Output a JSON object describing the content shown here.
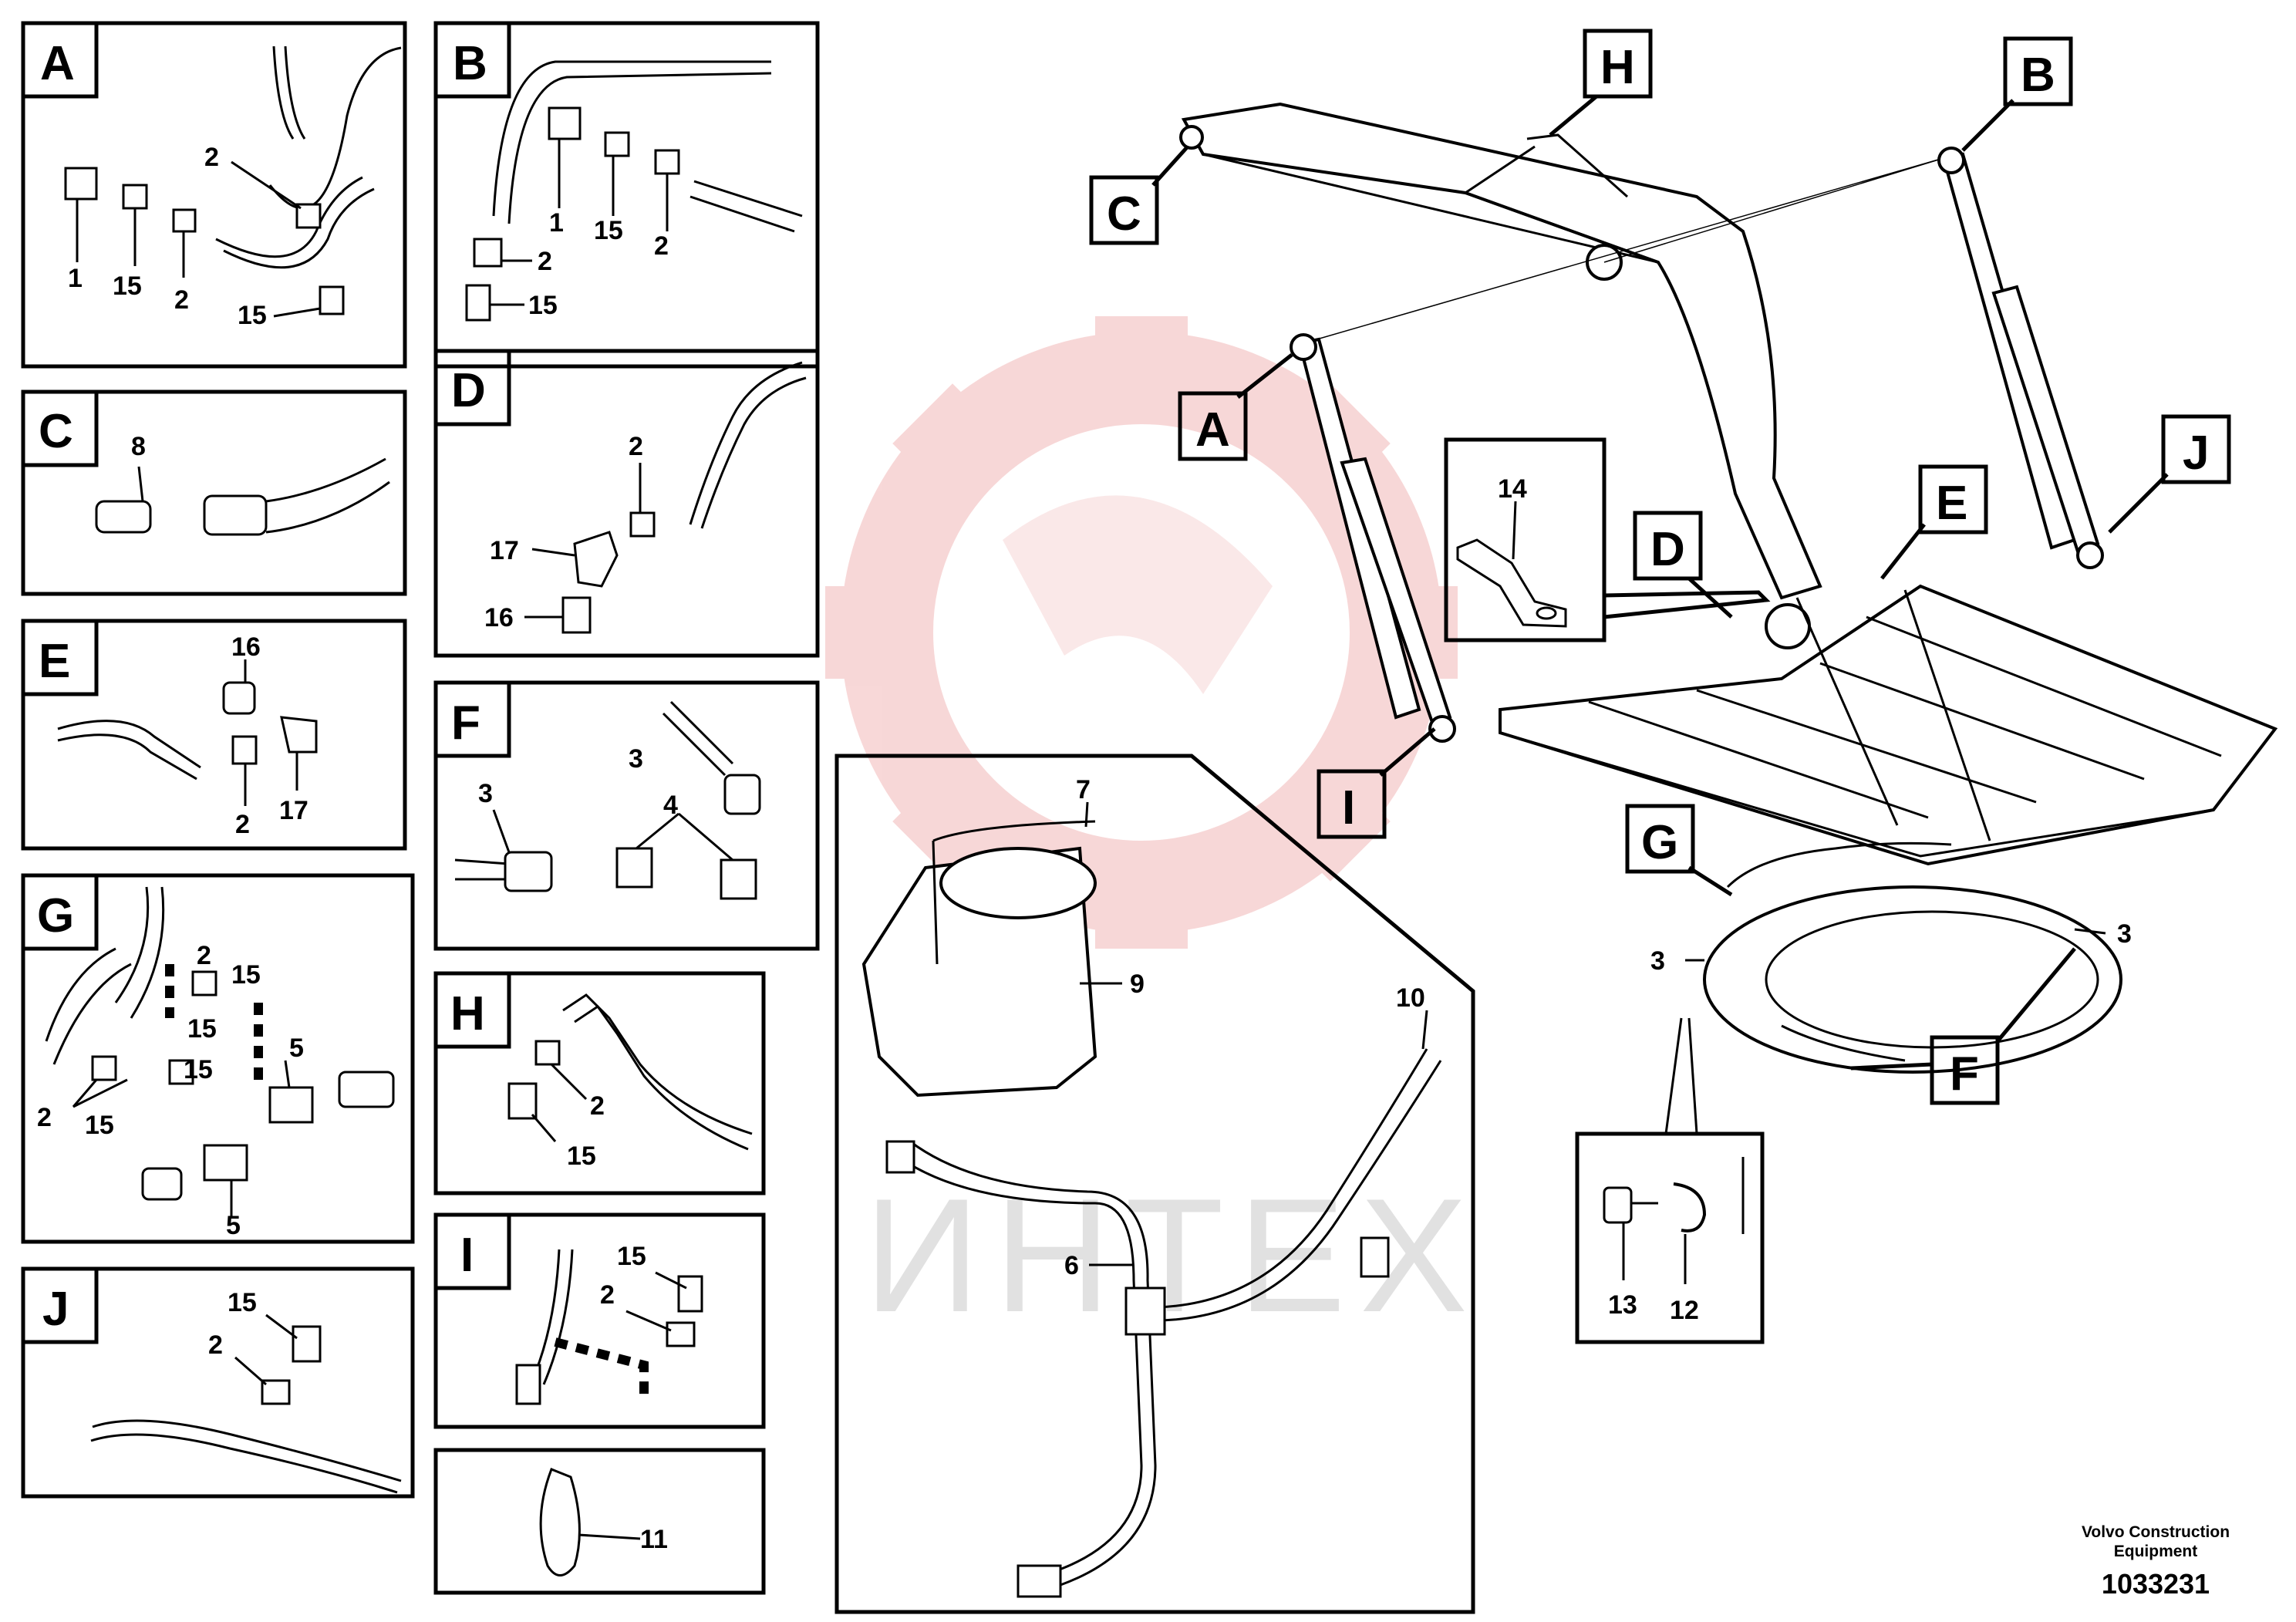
{
  "detail_letters": [
    "A",
    "B",
    "C",
    "D",
    "E",
    "F",
    "G",
    "H",
    "I",
    "J"
  ],
  "part_numbers": {
    "n1": "1",
    "n2": "2",
    "n3": "3",
    "n4": "4",
    "n5": "5",
    "n6": "6",
    "n7": "7",
    "n8": "8",
    "n9": "9",
    "n10": "10",
    "n11": "11",
    "n12": "12",
    "n13": "13",
    "n14": "14",
    "n15": "15",
    "n16": "16",
    "n17": "17"
  },
  "watermark": "ИНТЕХ",
  "footer": {
    "company_line1": "Volvo Construction",
    "company_line2": "Equipment",
    "drawing_number": "1033231"
  },
  "colors": {
    "watermark": "#f3c9c9",
    "watermark_text": "#dcdcdc"
  }
}
